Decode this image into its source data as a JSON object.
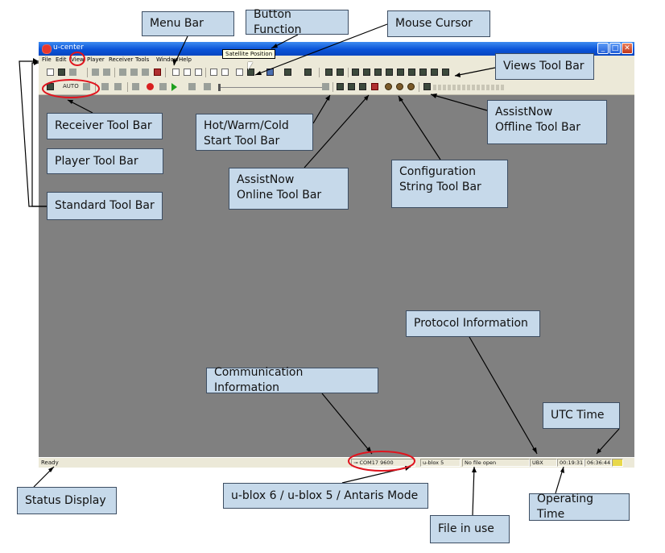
{
  "window": {
    "title": "u-center",
    "controls": {
      "minimize": "_",
      "maximize": "□",
      "close": "✕"
    }
  },
  "menu": [
    "File",
    "Edit",
    "View",
    "Player",
    "Receiver",
    "Tools",
    "Window",
    "Help"
  ],
  "tooltip": "Satellite Position",
  "toolbar": {
    "baud_label": "AUTO"
  },
  "statusbar": {
    "ready": "Ready",
    "comm": "COM17 9600",
    "mode": "u-blox 5",
    "file": "No file open",
    "protocol": "UBX",
    "operating_time": "00:19:31",
    "utc_time": "06:36:44"
  },
  "callouts": {
    "menu_bar": "Menu Bar",
    "button_function": "Button Function",
    "mouse_cursor": "Mouse Cursor",
    "views_tool_bar": "Views Tool Bar",
    "receiver_tool_bar": "Receiver Tool Bar",
    "hot_warm_cold": "Hot/Warm/Cold Start Tool Bar",
    "assistnow_offline": "AssistNow    Offline Tool Bar",
    "player_tool_bar": "Player Tool Bar",
    "assistnow_online": "AssistNow    Online Tool Bar",
    "config_string": "Configuration String Tool Bar",
    "standard_tool_bar": "Standard Tool Bar",
    "protocol_info": "Protocol Information",
    "comm_info": "Communication Information",
    "utc_time": "UTC Time",
    "status_display": "Status Display",
    "ublox_mode": "u-blox 6 / u-blox 5 / Antaris Mode",
    "operating_time": "Operating Time",
    "file_in_use": "File in use"
  },
  "colors": {
    "callout_fill": "#c6d9ea",
    "callout_border": "#3d4e63",
    "highlight_ring": "#e0141e",
    "client_area": "#808080"
  }
}
